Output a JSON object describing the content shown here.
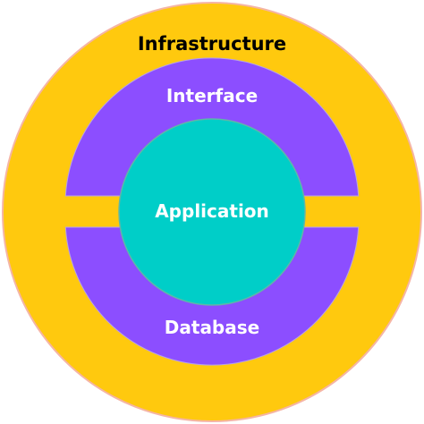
{
  "diagram": {
    "layers": {
      "infrastructure": {
        "label": "Infrastructure",
        "color": "#FFC90E",
        "label_color": "#000000"
      },
      "interface": {
        "label": "Interface",
        "color": "#8C4EFF",
        "label_color": "#FFFFFF"
      },
      "database": {
        "label": "Database",
        "color": "#8C4EFF",
        "label_color": "#FFFFFF"
      },
      "application": {
        "label": "Application",
        "color": "#00CEC8",
        "label_color": "#FFFFFF"
      }
    }
  }
}
